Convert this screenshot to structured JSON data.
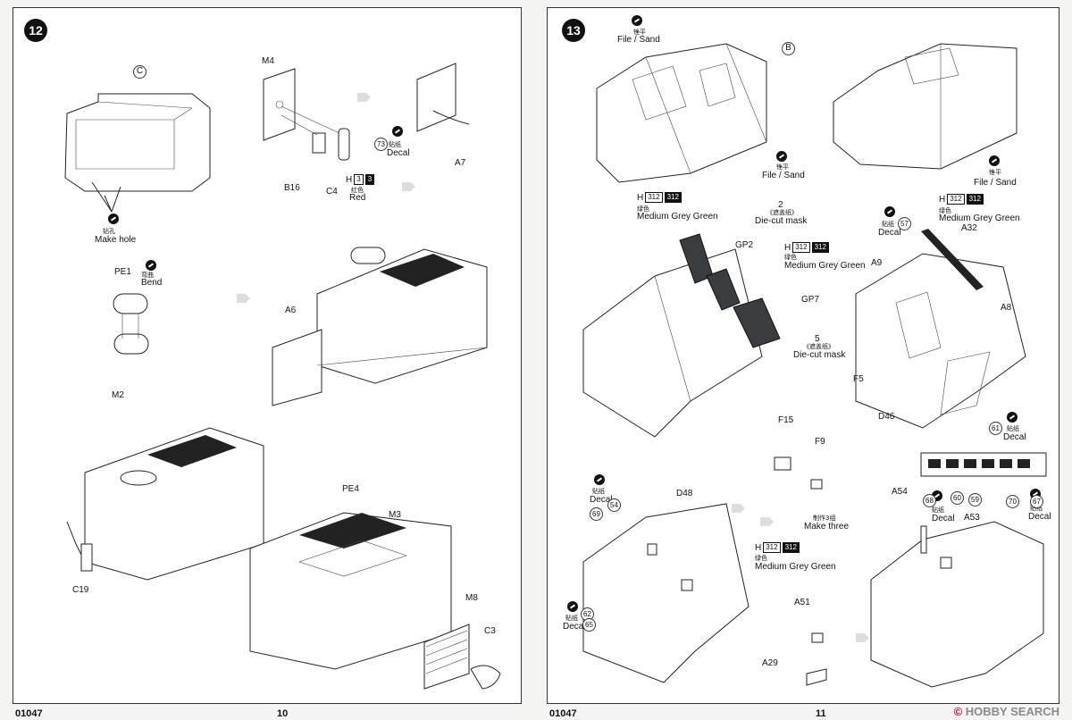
{
  "pages": [
    {
      "step": "12",
      "page_number": "10",
      "code": "01047",
      "parts": {
        "C": "C",
        "M4": "M4",
        "B16": "B16",
        "C4": "C4",
        "A7": "A7",
        "PE1": "PE1",
        "M2": "M2",
        "A6": "A6",
        "C19": "C19",
        "PE4": "PE4",
        "M3": "M3",
        "M8": "M8",
        "C3": "C3"
      },
      "notes": {
        "make_hole_cn": "钻孔",
        "make_hole": "Make hole",
        "bend_cn": "弯曲",
        "bend": "Bend",
        "decal_cn": "贴纸",
        "decal": "Decal",
        "decal_num": "73",
        "red_cn": "红色",
        "red": "Red",
        "paint_h": "H",
        "paint_code": "3"
      }
    },
    {
      "step": "13",
      "page_number": "11",
      "code": "01047",
      "parts": {
        "B": "B",
        "GP2": "GP2",
        "GP7": "GP7",
        "A9": "A9",
        "A32": "A32",
        "A8": "A8",
        "F5": "F5",
        "D46": "D46",
        "F15": "F15",
        "F9": "F9",
        "D48": "D48",
        "A51": "A51",
        "A29": "A29",
        "A54": "A54",
        "A53": "A53"
      },
      "notes": {
        "file_sand_cn": "锉平",
        "file_sand": "File / Sand",
        "paint_h": "H",
        "paint_code": "312",
        "green_cn": "绿色",
        "green": "Medium Grey Green",
        "mask2_num": "2",
        "mask2_cn": "《遮盖纸》",
        "mask_text": "Die-cut mask",
        "mask5_num": "5",
        "mask5_cn": "《遮盖纸》",
        "decal_cn": "贴纸",
        "decal": "Decal",
        "make_three_cn": "制作3组",
        "make_three": "Make three"
      },
      "decal_numbers": [
        "57",
        "61",
        "68",
        "60",
        "59",
        "70",
        "67",
        "69",
        "54",
        "62",
        "65"
      ]
    }
  ],
  "watermark": {
    "brand": "HOBBY SEARCH",
    "symbol": "©"
  }
}
